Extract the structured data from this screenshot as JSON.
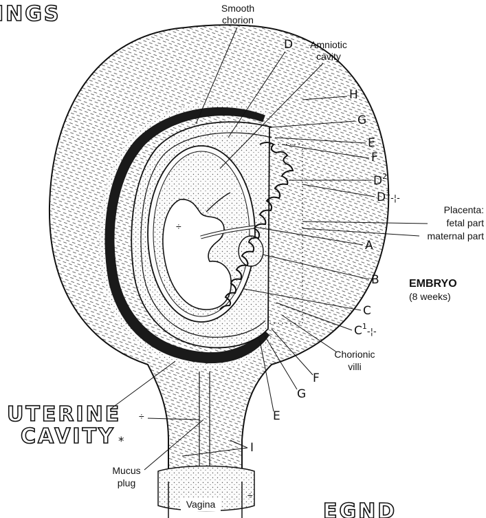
{
  "header": {
    "title_fragment": "INGS",
    "bottom_fragment": "EGND"
  },
  "labels": {
    "smooth_chorion_1": "Smooth",
    "smooth_chorion_2": "chorion",
    "amniotic_1": "Amniotic",
    "amniotic_2": "cavity",
    "placenta_1": "Placenta:",
    "placenta_2": "fetal part",
    "placenta_3": "maternal part",
    "embryo_title": "EMBRYO",
    "embryo_sub": "(8 weeks)",
    "villi_1": "Chorionic",
    "villi_2": "villi",
    "mucus_1": "Mucus",
    "mucus_2": "plug",
    "vagina": "Vagina",
    "uterine_1": "UTERINE",
    "uterine_2": "CAVITY",
    "asterisk": "*"
  },
  "letters": {
    "D_top": "D",
    "H": "H",
    "G_top": "G",
    "E_top": "E",
    "F_top": "F",
    "D2": "D",
    "D2_sup": "2",
    "D1": "D",
    "D1_sup": "1",
    "A": "A",
    "B": "B",
    "C": "C",
    "C1": "C",
    "C1_sup": "1",
    "F_bot": "F",
    "G_bot": "G",
    "E_bot": "E",
    "I": "I",
    "dagger": "÷",
    "dagger_mark": "-¦-"
  },
  "colors": {
    "ink": "#111111",
    "tissue": "#ffffff",
    "stipple": "#e9e9e9",
    "dark_band": "#1a1a1a"
  }
}
